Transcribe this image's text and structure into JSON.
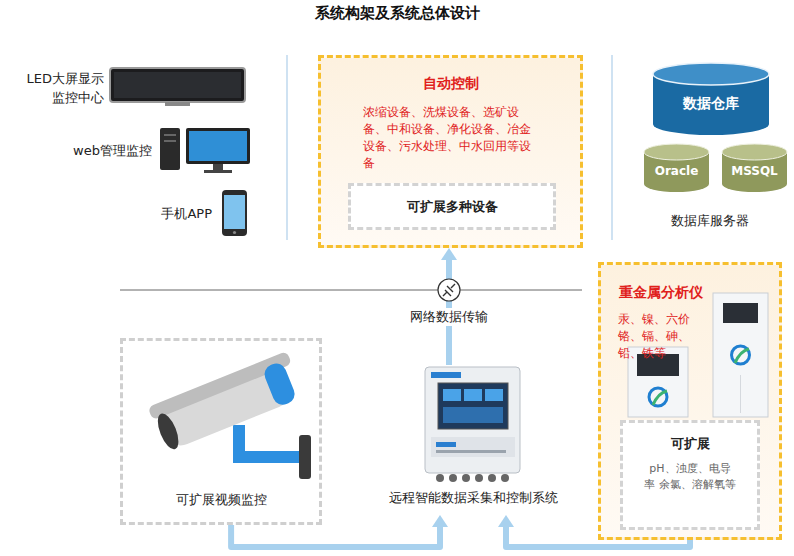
{
  "diagram": {
    "title": "系统构架及系统总体设计",
    "nodes": [
      {
        "text": [
          "自动控制",
          "浓缩设备、洗煤设备、选矿设备、中和设备、净化设备、冶金设备、污水处理、中水回用等设备"
        ]
      },
      {
        "text": [
          "可扩展多种设备"
        ],
        "in": 0
      },
      {
        "text": [
          "数据仓库"
        ]
      },
      {
        "text": [
          "Oracle"
        ]
      },
      {
        "text": [
          "MSSQL"
        ]
      },
      {
        "text": [
          "可扩展视频监控"
        ]
      },
      {
        "text": [
          "远程智能数据采集和控制系统"
        ]
      },
      {
        "text": [
          "重金属分析仪",
          "汞、镍、六价铬、镉、砷、铅、铁等"
        ]
      },
      {
        "text": [
          "可扩展",
          "pH、浊度、电导率 余氯、溶解氧等"
        ],
        "in": 7
      }
    ],
    "edges": [
      {
        "from": 6,
        "to": 0,
        "arrow": "to",
        "label": "网络数据传输"
      },
      {
        "from": 5,
        "to": 6,
        "arrow": "to"
      },
      {
        "from": 7,
        "to": 6,
        "arrow": "to"
      }
    ],
    "labels": [
      "LED大屏显示 监控中心",
      "web管理监控",
      "手机APP",
      "数据库服务器"
    ]
  }
}
